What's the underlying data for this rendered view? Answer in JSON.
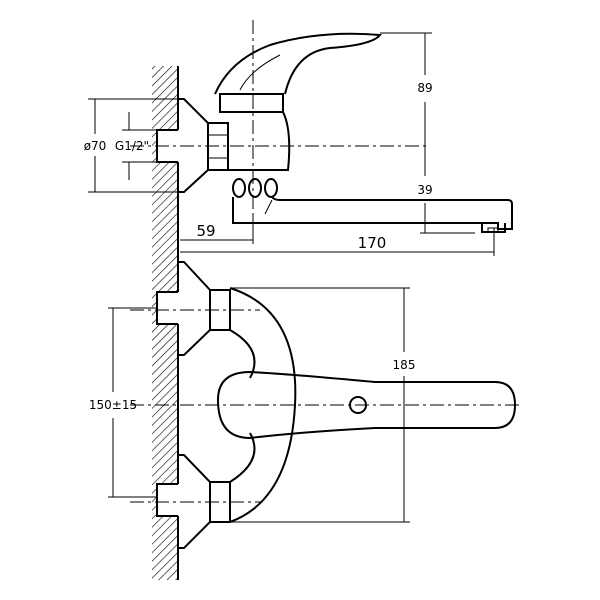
{
  "drawing": {
    "title": "Wall-mounted mixer tap dimension drawing",
    "dimensions": {
      "lever_height": "89",
      "spout_height": "39",
      "body_offset": "59",
      "spout_reach": "170",
      "escutcheon_diameter": "ø70",
      "thread": "G1/2\"",
      "body_height": "185",
      "inlet_spacing": "150±15"
    },
    "colors": {
      "line": "#000000",
      "background": "#ffffff"
    }
  }
}
